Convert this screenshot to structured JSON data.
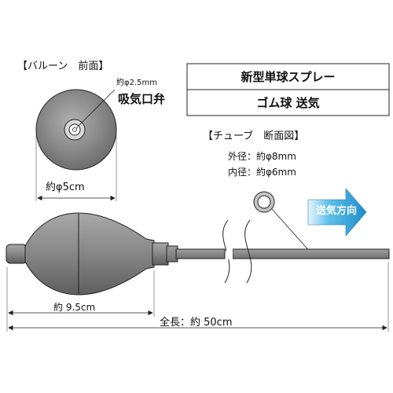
{
  "balloon_front": {
    "title": "【バルーン　前面】",
    "valve_size": "約φ2.5mm",
    "valve_label": "吸気口弁",
    "diameter": "約φ5cm"
  },
  "product_box": {
    "row1": "新型単球スプレー",
    "row2": "ゴム球 送気"
  },
  "tube_section": {
    "title": "【チューブ　断面図】",
    "outer": "外径：約φ8mm",
    "inner": "内径：約φ6mm"
  },
  "airflow": {
    "label": "送気方向",
    "color": "#2a9fd6"
  },
  "dimensions": {
    "bulb_length": "約 9.5cm",
    "total_length": "全長：約 50cm"
  },
  "colors": {
    "rubber": "#8c8c8c",
    "tube": "#8a8a8a",
    "outline": "#222222"
  }
}
